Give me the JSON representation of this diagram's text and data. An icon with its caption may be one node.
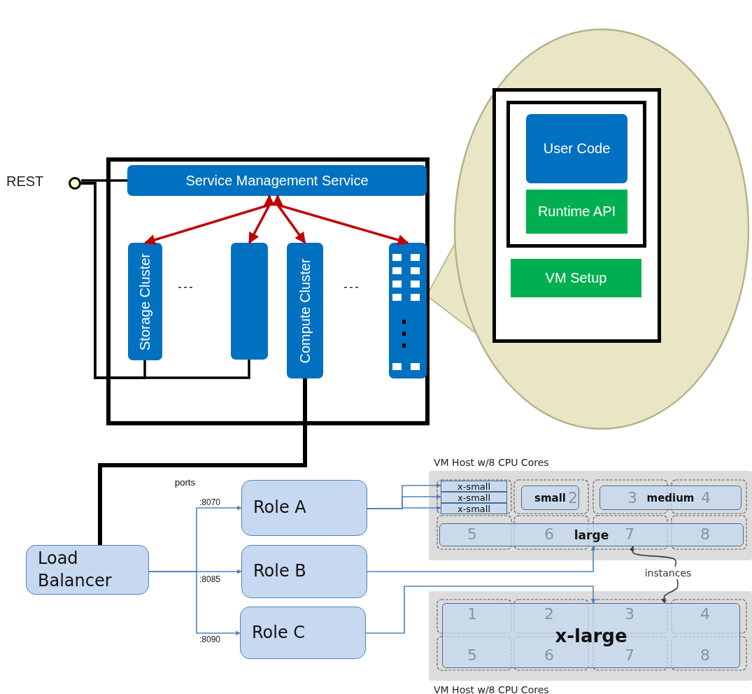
{
  "diagram": {
    "nodes": [
      {
        "text": [],
        "shape": "circle",
        "beside": [
          "REST"
        ]
      },
      {
        "text": [],
        "shape": "box"
      },
      {
        "text": [
          "Service Management Service"
        ],
        "in": 1
      },
      {
        "text": [
          "Storage Cluster"
        ],
        "in": 1
      },
      {
        "text": [],
        "shape": "bar",
        "in": 1
      },
      {
        "text": [
          "Compute Cluster"
        ],
        "in": 1
      },
      {
        "text": [],
        "shape": "bar",
        "in": 1
      },
      {
        "text": [],
        "shape": "ellipse"
      },
      {
        "text": [],
        "shape": "box",
        "in": 7
      },
      {
        "text": [],
        "shape": "box",
        "in": 8
      },
      {
        "text": [
          "User Code"
        ],
        "in": 9
      },
      {
        "text": [
          "Runtime API"
        ],
        "in": 9
      },
      {
        "text": [
          "VM Setup"
        ],
        "in": 8
      },
      {
        "text": [
          "Load Balancer"
        ]
      },
      {
        "text": [
          "Role A"
        ]
      },
      {
        "text": [
          "Role B"
        ]
      },
      {
        "text": [
          "Role C"
        ]
      },
      {
        "text": [],
        "shape": "box",
        "beside": [
          "VM Host w/8 CPU Cores"
        ]
      },
      {
        "text": [
          "x-small"
        ],
        "in": 17
      },
      {
        "text": [
          "x-small"
        ],
        "in": 17
      },
      {
        "text": [
          "x-small"
        ],
        "in": 17
      },
      {
        "text": [
          "small"
        ],
        "in": 17
      },
      {
        "text": [
          "medium"
        ],
        "in": 17
      },
      {
        "text": [
          "large"
        ],
        "in": 17
      },
      {
        "text": [],
        "shape": "box",
        "beside": [
          "VM Host w/8 CPU Cores"
        ]
      },
      {
        "text": [
          "x-large"
        ],
        "in": 24
      },
      {
        "text": [
          "instances"
        ]
      }
    ],
    "edges": [
      {
        "from": 0,
        "to": 2,
        "arrow": "none",
        "style": "thick",
        "color": "#000000"
      },
      {
        "from": 0,
        "to": 3,
        "arrow": "none",
        "style": "thick",
        "color": "#000000"
      },
      {
        "from": 0,
        "to": 4,
        "arrow": "none",
        "style": "thick",
        "color": "#000000"
      },
      {
        "from": 2,
        "to": 3,
        "arrow": "both",
        "style": "thick",
        "color": "#c00000"
      },
      {
        "from": 2,
        "to": 4,
        "arrow": "both",
        "style": "thick",
        "color": "#c00000"
      },
      {
        "from": 2,
        "to": 5,
        "arrow": "both",
        "style": "thick",
        "color": "#c00000"
      },
      {
        "from": 2,
        "to": 6,
        "arrow": "both",
        "style": "thick",
        "color": "#c00000"
      },
      {
        "from": 6,
        "to": 7,
        "arrow": "none",
        "color": "#b5b38a"
      },
      {
        "from": 5,
        "to": 13,
        "arrow": "none",
        "style": "thick",
        "color": "#000000"
      },
      {
        "from": 13,
        "to": 14,
        "arrow": "to",
        "label": ":8070"
      },
      {
        "from": 13,
        "to": 15,
        "arrow": "to",
        "label": ":8085"
      },
      {
        "from": 13,
        "to": 16,
        "arrow": "to",
        "label": ":8090"
      },
      {
        "from": 14,
        "to": 18,
        "arrow": "to"
      },
      {
        "from": 14,
        "to": 19,
        "arrow": "to"
      },
      {
        "from": 14,
        "to": 20,
        "arrow": "to"
      },
      {
        "from": 15,
        "to": 23,
        "arrow": "to"
      },
      {
        "from": 16,
        "to": 25,
        "arrow": "to"
      },
      {
        "from": 26,
        "to": 23,
        "arrow": "to",
        "color": "#404040"
      },
      {
        "from": 26,
        "to": 25,
        "arrow": "to",
        "color": "#404040"
      }
    ],
    "labels": [
      "ports",
      "2",
      "3",
      "4",
      "5",
      "6",
      "7",
      "8",
      "1",
      "2",
      "3",
      "4",
      "5",
      "6",
      "7",
      "8"
    ]
  }
}
